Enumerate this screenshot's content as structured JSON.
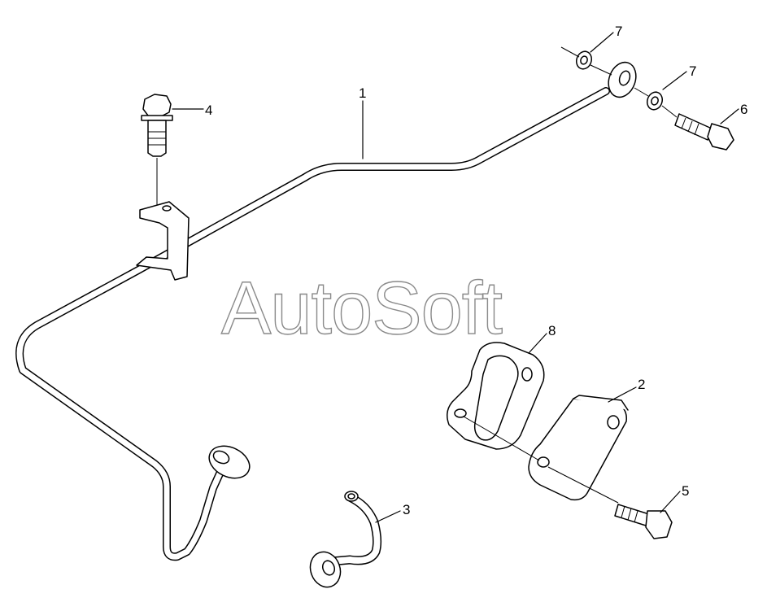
{
  "watermark": "AutoSoft",
  "callouts": {
    "c1": "1",
    "c2": "2",
    "c3": "3",
    "c4": "4",
    "c5": "5",
    "c6": "6",
    "c7a": "7",
    "c7b": "7",
    "c8": "8"
  }
}
